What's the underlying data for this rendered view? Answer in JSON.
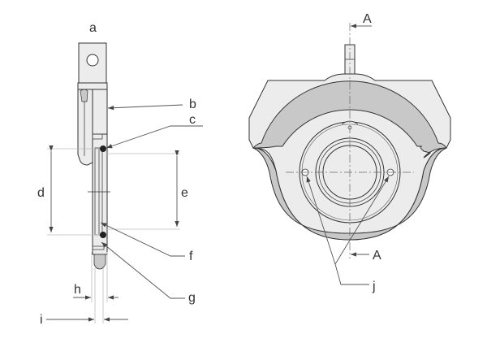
{
  "labels": {
    "a": "a",
    "b": "b",
    "c": "c",
    "d": "d",
    "e": "e",
    "f": "f",
    "g": "g",
    "h": "h",
    "i": "i",
    "j": "j",
    "section_top": "A",
    "section_bottom": "A"
  }
}
